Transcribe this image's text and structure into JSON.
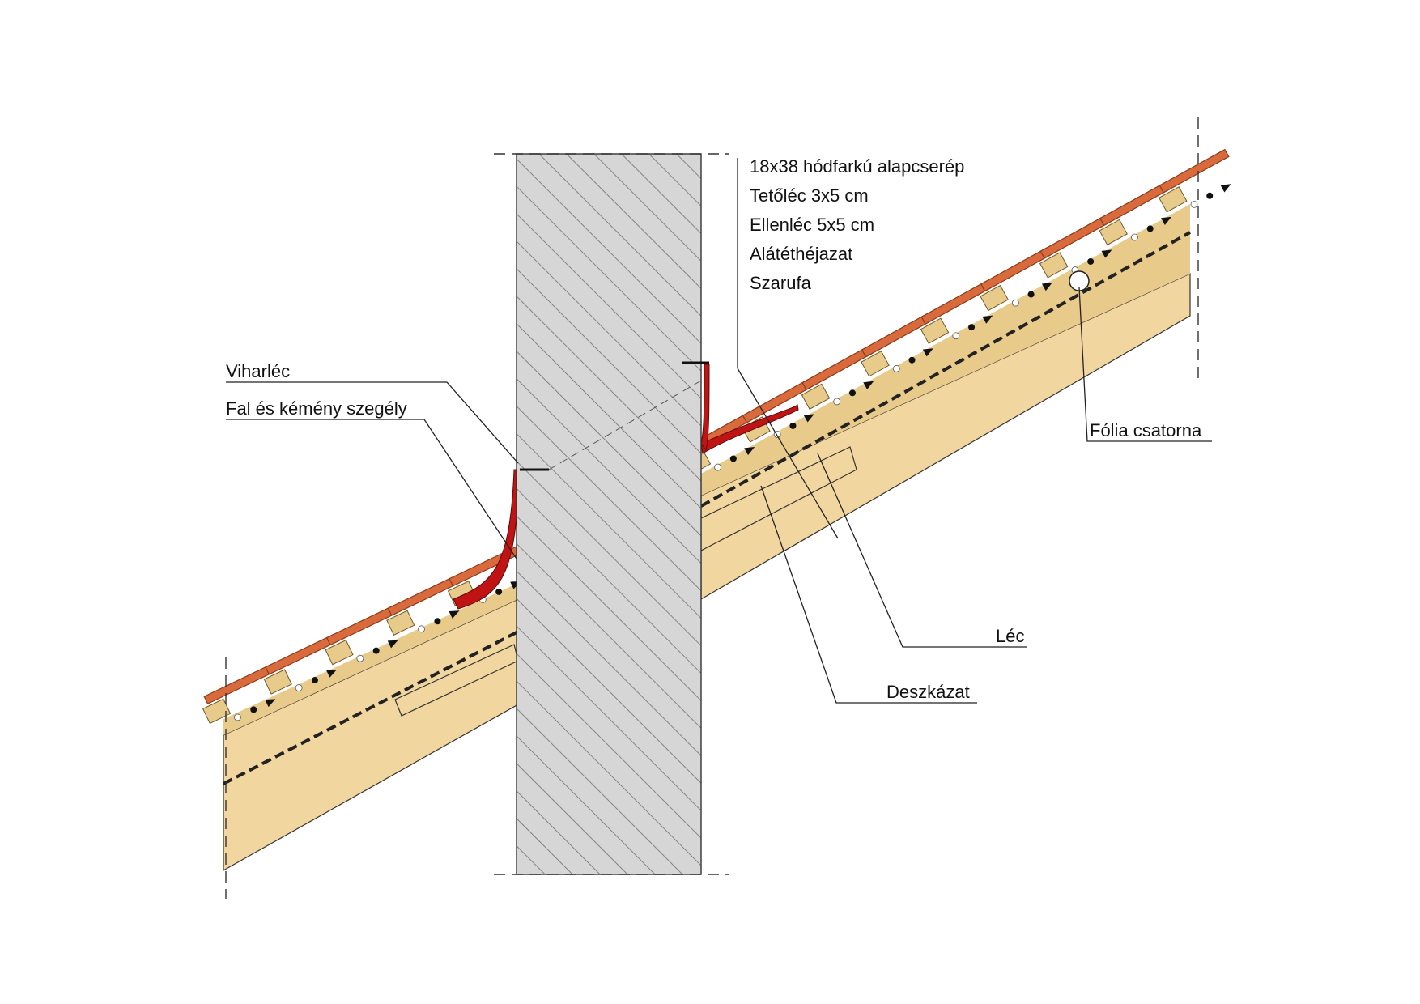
{
  "colors": {
    "rafter": "#f2d6a0",
    "counter_batten": "#e8ca8a",
    "wood_grain": "#6f5a2a",
    "tile": "#d96a3c",
    "tile_dark": "#8b3a1c",
    "flashing": "#c01414",
    "chimney_fill": "#d6d6d6",
    "chimney_hatch": "#6e6e6e",
    "membrane": "#222222"
  },
  "layer_stack": {
    "items": [
      "18x38 hódfarkú alapcserép",
      "Tetőléc 3x5 cm",
      "Ellenléc 5x5 cm",
      "Alátéthéjazat",
      "Szarufa"
    ]
  },
  "callouts": {
    "viharlec": "Viharléc",
    "fal_kemeny_szegely": "Fal és kémény szegély",
    "folia_csatorna": "Fólia csatorna",
    "lec": "Léc",
    "deszkazat": "Deszkázat"
  }
}
